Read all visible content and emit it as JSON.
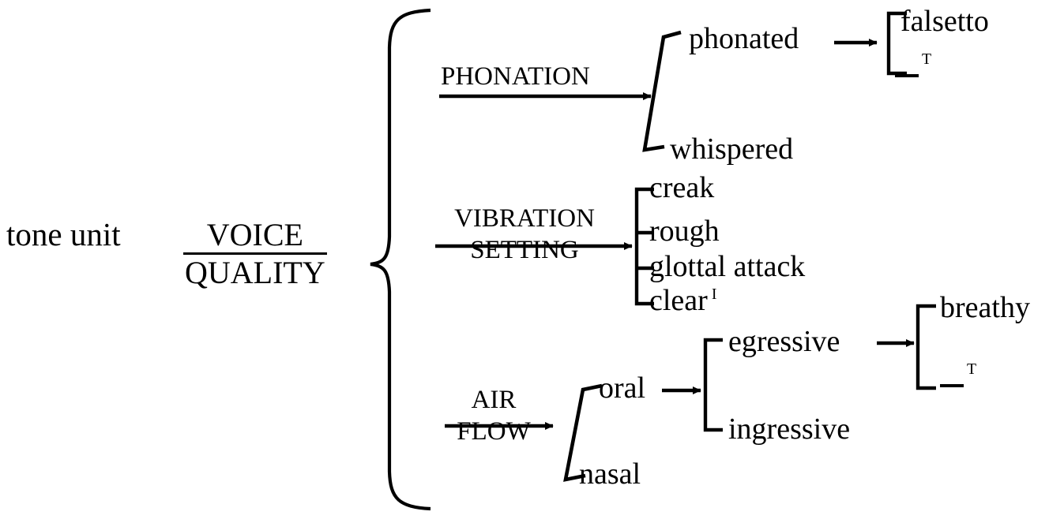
{
  "diagram": {
    "type": "system-network",
    "title": "tone unit voice quality system network",
    "background": "#ffffff",
    "ink": "#000000"
  },
  "entry": {
    "label": "tone unit"
  },
  "root_system": {
    "name_top": "VOICE",
    "name_bottom": "QUALITY"
  },
  "systems": [
    {
      "id": "phonation",
      "name_top": "PHONATION",
      "name_bottom": "",
      "stacked": false,
      "features": [
        {
          "id": "phonated",
          "label": "phonated",
          "marker": ""
        },
        {
          "id": "whispered",
          "label": "whispered",
          "marker": ""
        }
      ]
    },
    {
      "id": "vibration-setting",
      "name_top": "VIBRATION",
      "name_bottom": "SETTING",
      "stacked": true,
      "features": [
        {
          "id": "creak",
          "label": "creak",
          "marker": ""
        },
        {
          "id": "rough",
          "label": "rough",
          "marker": ""
        },
        {
          "id": "glottal-attack",
          "label": "glottal attack",
          "marker": ""
        },
        {
          "id": "clear",
          "label": "clear",
          "marker": "I"
        }
      ]
    },
    {
      "id": "air-flow",
      "name_top": "AIR",
      "name_bottom": "FLOW",
      "stacked": true,
      "features": [
        {
          "id": "oral",
          "label": "oral",
          "marker": ""
        },
        {
          "id": "nasal",
          "label": "nasal",
          "marker": ""
        }
      ]
    }
  ],
  "subsystems": [
    {
      "id": "falsetto-system",
      "from": "phonated",
      "features": [
        {
          "id": "falsetto",
          "label": "falsetto",
          "marker": ""
        },
        {
          "id": "non-falsetto",
          "label": "",
          "marker": "T",
          "negated": true
        }
      ]
    },
    {
      "id": "direction-system",
      "from": "oral",
      "features": [
        {
          "id": "egressive",
          "label": "egressive",
          "marker": ""
        },
        {
          "id": "ingressive",
          "label": "ingressive",
          "marker": ""
        }
      ]
    },
    {
      "id": "breathy-system",
      "from": "egressive",
      "features": [
        {
          "id": "breathy",
          "label": "breathy",
          "marker": ""
        },
        {
          "id": "non-breathy",
          "label": "",
          "marker": "T",
          "negated": true
        }
      ]
    }
  ]
}
